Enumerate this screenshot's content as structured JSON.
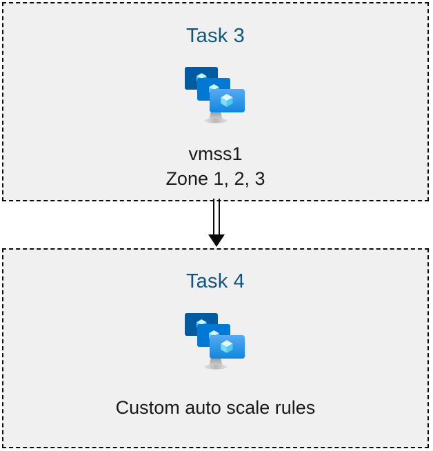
{
  "diagram": {
    "type": "flow",
    "background_color": "#ffffff",
    "box_fill_color": "#f0f0f0",
    "box_border_color": "#0a0a0a",
    "title_color": "#11567f",
    "caption_color": "#191919",
    "nodes": [
      {
        "id": "task3",
        "title": "Task 3",
        "icon": "azure-vm-scale-set-icon",
        "captions": [
          "vmss1",
          "Zone 1, 2, 3"
        ]
      },
      {
        "id": "task4",
        "title": "Task 4",
        "icon": "azure-vm-scale-set-icon",
        "captions": [
          "Custom auto scale rules"
        ]
      }
    ],
    "connector": {
      "from": "task3",
      "to": "task4",
      "style": "double-line",
      "arrowhead": "filled-triangle",
      "color": "#0a0a0a"
    },
    "icon_palette": {
      "monitor_back": "#005ba1",
      "monitor_middle": "#0078d4",
      "monitor_front_top": "#50a6ef",
      "monitor_front_bottom": "#0f86e0",
      "cube_light": "#c3f1fb",
      "cube_mid": "#9bdff5",
      "cube_dark": "#32c5f4",
      "stand": "#a3a3a3"
    }
  }
}
